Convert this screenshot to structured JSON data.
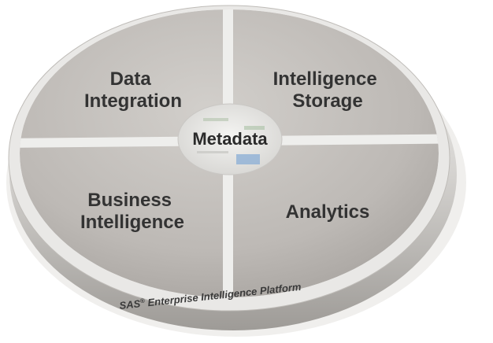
{
  "diagram": {
    "quadrants": [
      {
        "key": "top_left",
        "lines": [
          "Data",
          "Integration"
        ]
      },
      {
        "key": "top_right",
        "lines": [
          "Intelligence",
          "Storage"
        ]
      },
      {
        "key": "bottom_left",
        "lines": [
          "Business",
          "Intelligence"
        ]
      },
      {
        "key": "bottom_right",
        "lines": [
          "Analytics"
        ]
      }
    ],
    "center": {
      "label": "Metadata"
    },
    "platform": {
      "label_brand": "SAS",
      "registered_mark": "®",
      "label_rest": " Enterprise Intelligence Platform"
    },
    "colors": {
      "plate_top": "#c2bfbb",
      "plate_light": "#e4e2de",
      "rim": "#d8d6d3",
      "divider": "#ececec",
      "text": "#333333"
    }
  }
}
